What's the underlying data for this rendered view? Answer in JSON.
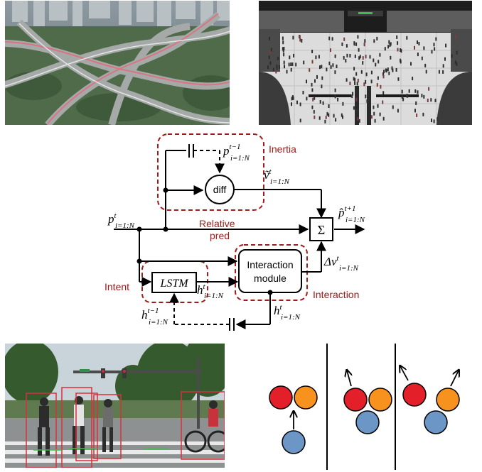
{
  "colors": {
    "dashed_box": "#a11b1b",
    "red_label": "#a11b1b",
    "agent_red": "#e3202a",
    "agent_orange": "#f7921e",
    "agent_blue": "#6b96c6"
  },
  "photos": [
    {
      "name": "highway-interchange-photo"
    },
    {
      "name": "simulated-crowd-photo"
    },
    {
      "name": "pedestrian-crosswalk-photo"
    }
  ],
  "diagram": {
    "labels": {
      "inertia": "Inertia",
      "intent": "Intent",
      "interaction": "Interaction",
      "relative": "Relative",
      "pred": "pred",
      "diff": "diff",
      "lstm": "LSTM",
      "interaction_module_line1": "Interaction",
      "interaction_module_line2": "module",
      "sum": "Σ"
    },
    "math": {
      "p_in_base": "p",
      "p_in_sup": "t",
      "p_in_sub": "i=1:N",
      "p_prev_base": "p",
      "p_prev_sup": "t−1",
      "p_prev_sub": "i=1:N",
      "v_tilde_base": "ṽ",
      "v_tilde_sup": "t",
      "v_tilde_sub": "i=1:N",
      "p_hat_base": "p̂",
      "p_hat_sup": "t+1",
      "p_hat_sub": "i=1:N",
      "dv_base": "Δv",
      "dv_sup": "t",
      "dv_sub": "i=1:N",
      "h_lstm_base": "h",
      "h_lstm_sup": "t",
      "h_lstm_sub": "i=1:N",
      "h_prev_base": "h",
      "h_prev_sup": "t−1",
      "h_prev_sub": "i=1:N",
      "h_out_base": "h",
      "h_out_sup": "t",
      "h_out_sub": "i=1:N"
    }
  }
}
